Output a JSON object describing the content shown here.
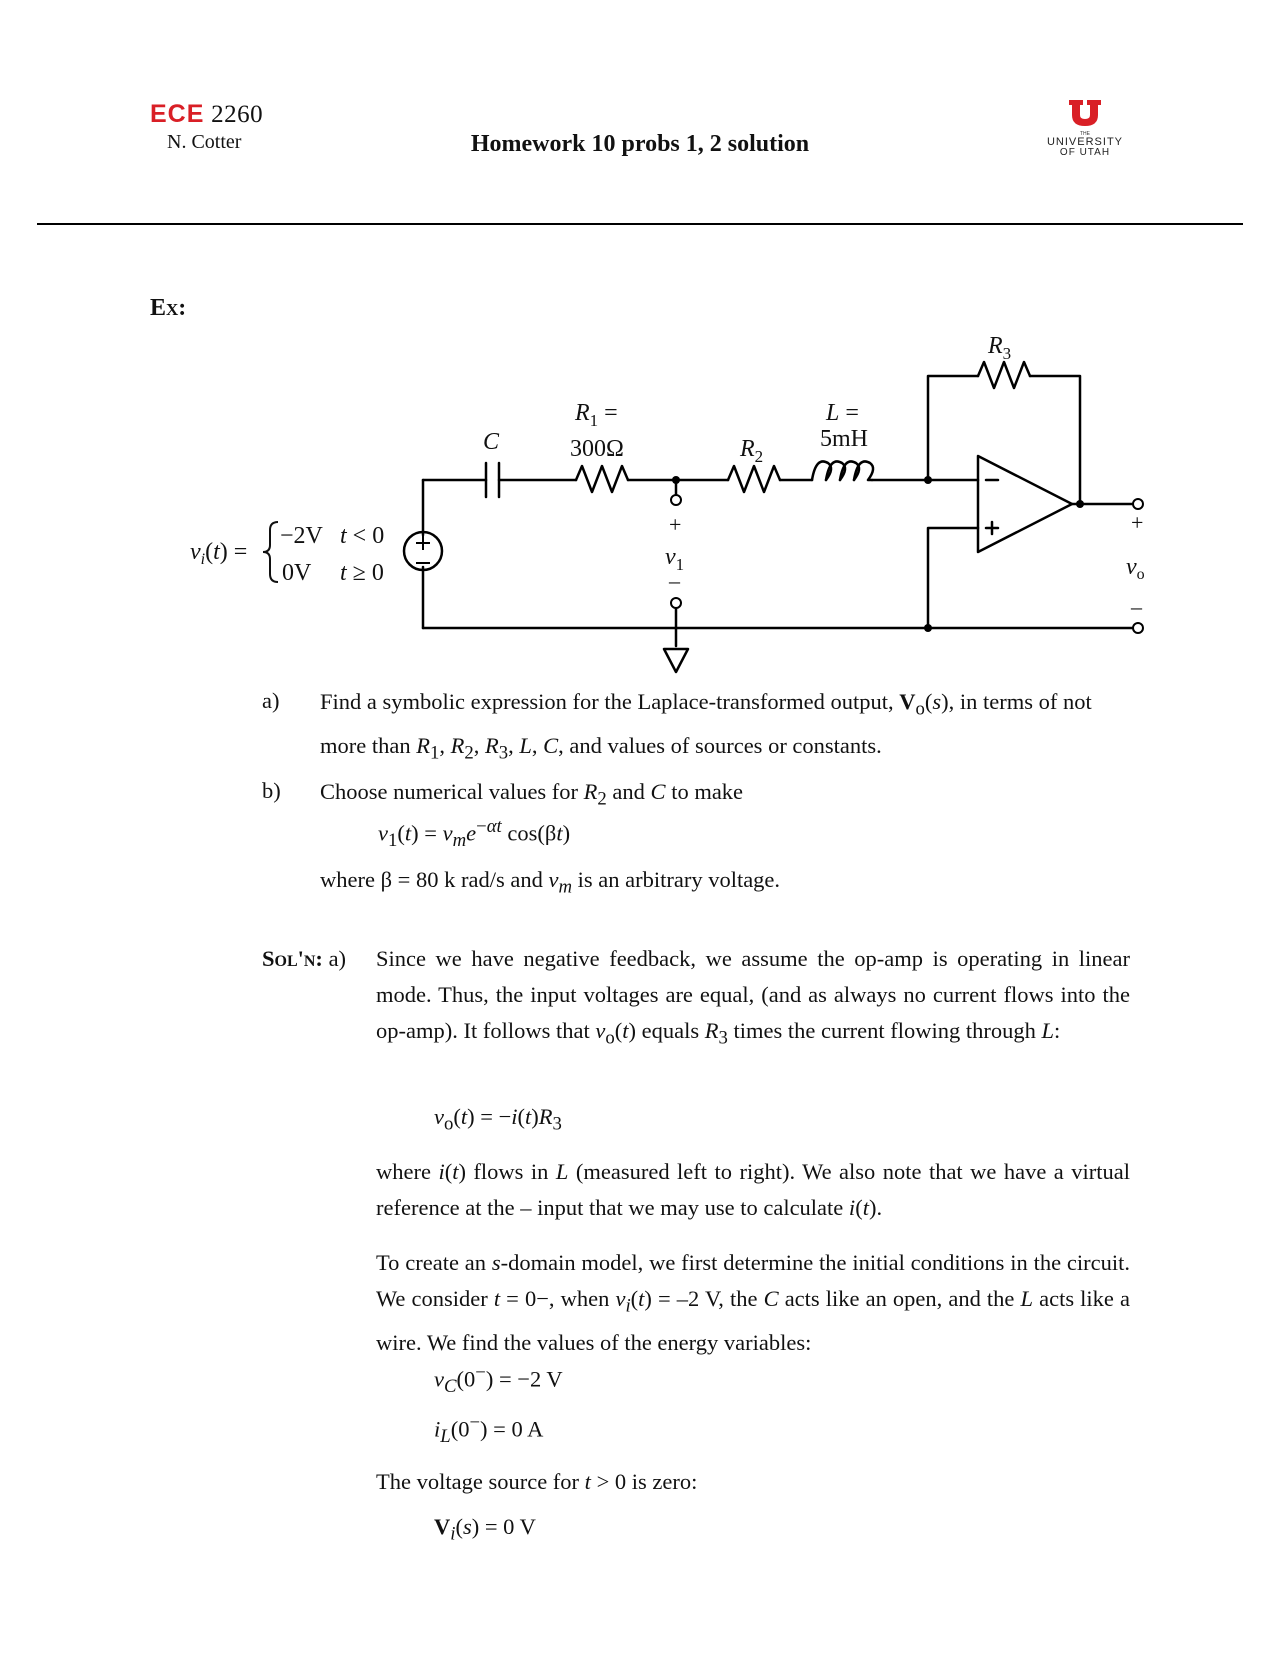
{
  "header": {
    "course_prefix": "ECE",
    "course_number": "2260",
    "author": "N. Cotter",
    "title": "Homework 10 probs 1, 2 solution",
    "logo": {
      "the": "THE",
      "university": "UNIVERSITY",
      "of_utah": "OF UTAH",
      "color": "#d91f26"
    }
  },
  "section_label": "Ex:",
  "problem": {
    "a_label": "a)",
    "b_label": "b)"
  },
  "solution": {
    "label": "Sol'n:",
    "part": "a)"
  }
}
